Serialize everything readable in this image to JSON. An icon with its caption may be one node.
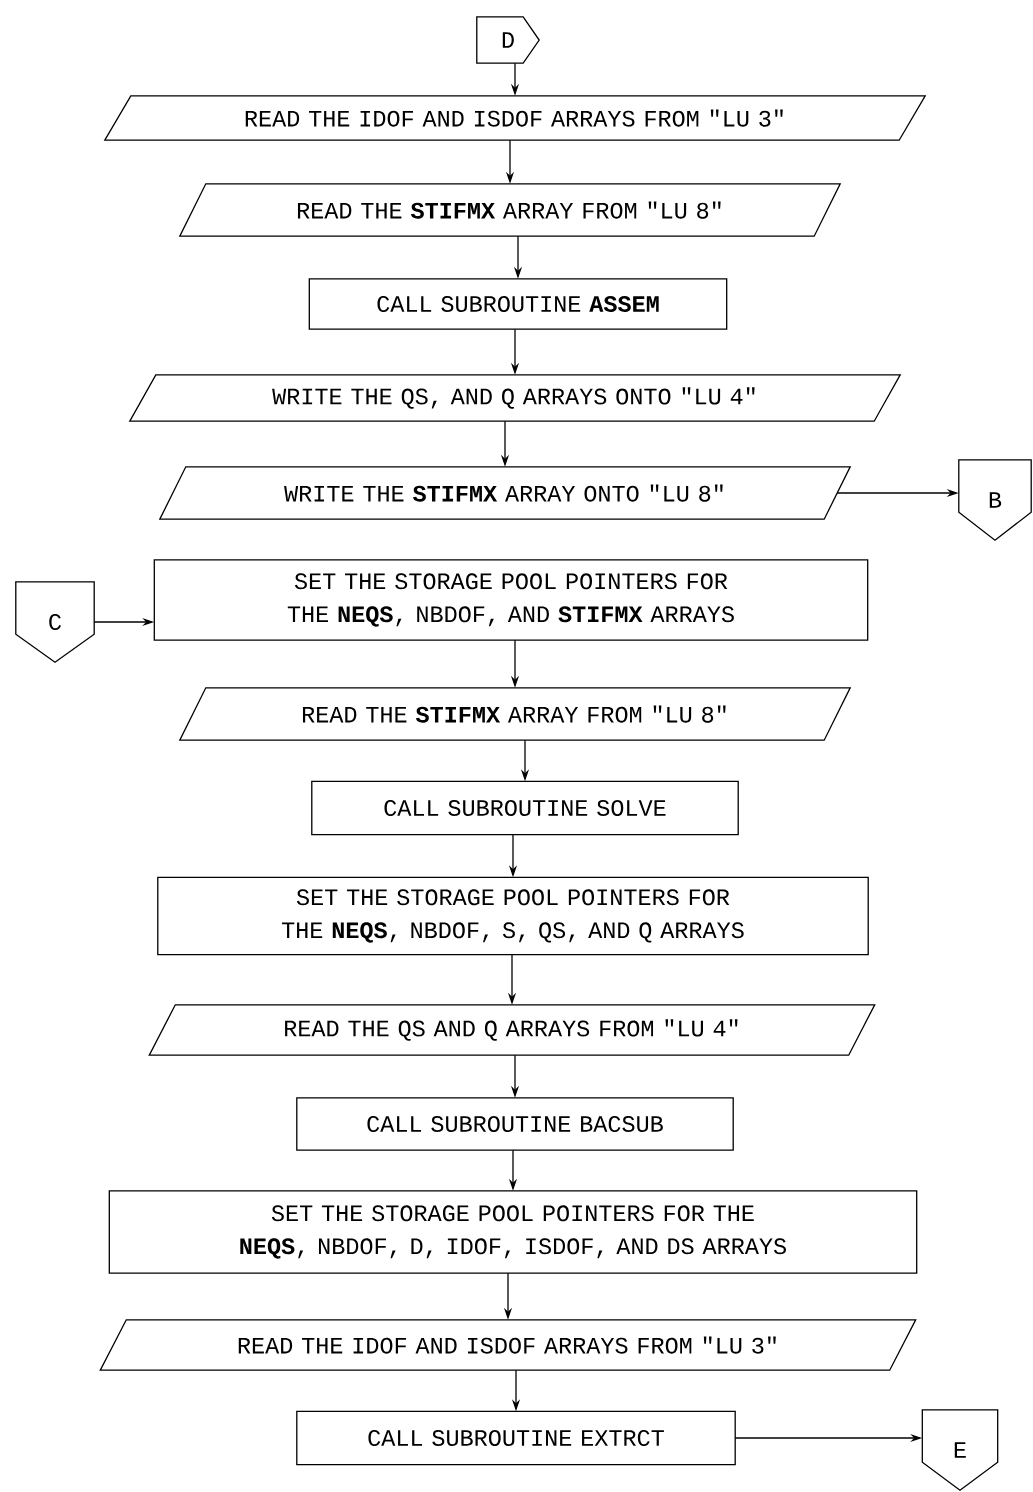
{
  "diagram": {
    "nodes": [
      {
        "text": [
          "D"
        ]
      },
      {
        "text": [
          "READ THE IDOF AND ISDOF ARRAYS FROM \"LU 3\""
        ]
      },
      {
        "text": [
          "READ THE **STIFMX** ARRAY FROM \"LU 8\""
        ]
      },
      {
        "text": [
          "CALL SUBROUTINE **ASSEM**"
        ]
      },
      {
        "text": [
          "WRITE THE QS, AND Q ARRAYS ONTO \"LU 4\""
        ]
      },
      {
        "text": [
          "WRITE THE **STIFMX** ARRAY ONTO \"LU 8\""
        ]
      },
      {
        "text": [
          "B"
        ]
      },
      {
        "text": [
          "C"
        ]
      },
      {
        "text": [
          "SET THE STORAGE POOL POINTERS FOR THE **NEQS**, NBDOF, AND **STIFMX** ARRAYS"
        ]
      },
      {
        "text": [
          "READ THE **STIFMX** ARRAY FROM \"LU 8\""
        ]
      },
      {
        "text": [
          "CALL SUBROUTINE SOLVE"
        ]
      },
      {
        "text": [
          "SET THE STORAGE POOL POINTERS FOR THE **NEQS**, NBDOF, S, QS, AND Q ARRAYS"
        ]
      },
      {
        "text": [
          "READ THE QS AND Q ARRAYS FROM \"LU 4\""
        ]
      },
      {
        "text": [
          "CALL SUBROUTINE BACSUB"
        ]
      },
      {
        "text": [
          "SET THE STORAGE POOL POINTERS FOR THE **NEQS**, NBDOF, D, IDOF, ISDOF, AND DS ARRAYS"
        ]
      },
      {
        "text": [
          "READ THE IDOF AND ISDOF ARRAYS FROM \"LU 3\""
        ]
      },
      {
        "text": [
          "CALL SUBROUTINE EXTRCT"
        ]
      },
      {
        "text": [
          "E"
        ]
      }
    ],
    "edges": [
      {
        "from": 0,
        "to": 1,
        "arrow": "to"
      },
      {
        "from": 1,
        "to": 2,
        "arrow": "to"
      },
      {
        "from": 2,
        "to": 3,
        "arrow": "to"
      },
      {
        "from": 3,
        "to": 4,
        "arrow": "to"
      },
      {
        "from": 4,
        "to": 5,
        "arrow": "to"
      },
      {
        "from": 5,
        "to": 6,
        "arrow": "to"
      },
      {
        "from": 7,
        "to": 8,
        "arrow": "to"
      },
      {
        "from": 8,
        "to": 9,
        "arrow": "to"
      },
      {
        "from": 9,
        "to": 10,
        "arrow": "to"
      },
      {
        "from": 10,
        "to": 11,
        "arrow": "to"
      },
      {
        "from": 11,
        "to": 12,
        "arrow": "to"
      },
      {
        "from": 12,
        "to": 13,
        "arrow": "to"
      },
      {
        "from": 13,
        "to": 14,
        "arrow": "to"
      },
      {
        "from": 14,
        "to": 15,
        "arrow": "to"
      },
      {
        "from": 15,
        "to": 16,
        "arrow": "to"
      },
      {
        "from": 16,
        "to": 17,
        "arrow": "to"
      }
    ]
  }
}
